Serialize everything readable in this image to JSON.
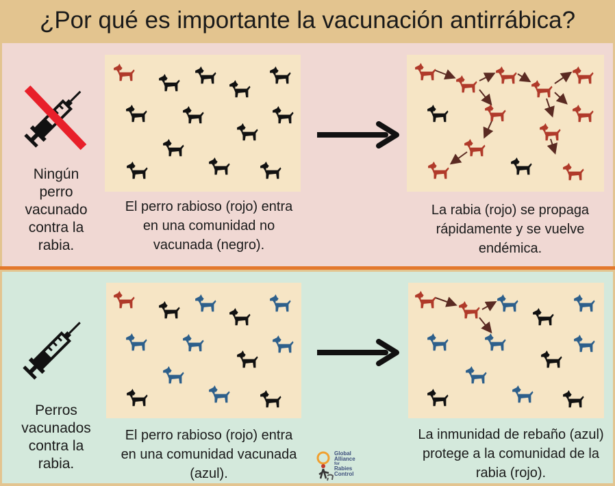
{
  "title": "¿Por qué es importante la vacunación antirrábica?",
  "colors": {
    "red": "#b03a2a",
    "black": "#111111",
    "blue": "#2d5f8b",
    "field": "#f6e5c5",
    "top_panel": "#f0d8d3",
    "bottom_panel": "#d4e9dc",
    "accent": "#e3782c"
  },
  "top": {
    "side_label": "Ningún perro vacunado contra la rabia.",
    "left_caption": "El perro rabioso (rojo) entra en una comunidad no vacunada (negro).",
    "right_caption": "La rabia (rojo) se propaga rápidamente y se vuelve endémica."
  },
  "bottom": {
    "side_label": "Perros vacunados contra la rabia.",
    "left_caption": "El perro rabioso (rojo) entra en una comunidad vacunada (azul).",
    "right_caption": "La inmunidad de rebaño (azul) protege a la comunidad de la rabia (rojo)."
  },
  "logo_text": [
    "Global",
    "Alliance",
    "for",
    "Rabies",
    "Control"
  ],
  "icons": {
    "crossed_syringe": "syringe-crossed-icon",
    "syringe": "syringe-icon",
    "arrow": "arrow-right-icon",
    "dog": "dog-icon"
  }
}
